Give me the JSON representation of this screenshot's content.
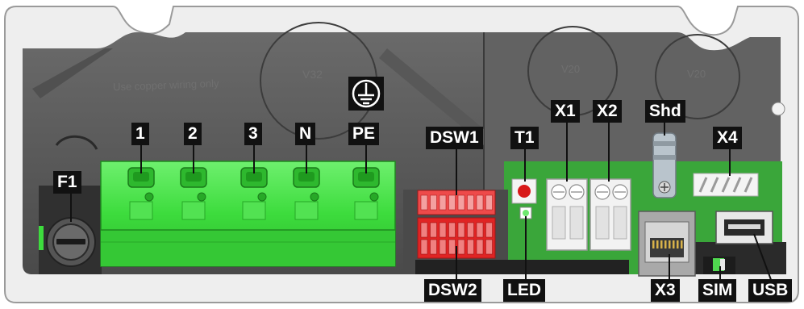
{
  "labels": {
    "f1": "F1",
    "t1": "1",
    "t2": "2",
    "t3": "3",
    "n": "N",
    "pe": "PE",
    "dsw1": "DSW1",
    "dsw2": "DSW2",
    "t1_button": "T1",
    "led": "LED",
    "x1": "X1",
    "x2": "X2",
    "x3": "X3",
    "x4": "X4",
    "shd": "Shd",
    "sim": "SIM",
    "usb": "USB"
  },
  "embossed": {
    "wiring_note": "Use copper wiring only",
    "v32": "V32",
    "v20a": "V20",
    "v20b": "V20"
  },
  "colors": {
    "terminal_green": "#3ddc3d",
    "pcb_green": "#3aa63a",
    "dip_red": "#e02424",
    "label_bg": "#111111",
    "housing_gray": "#5a5a5a"
  },
  "icons": {
    "pe": "protective-earth-icon"
  }
}
